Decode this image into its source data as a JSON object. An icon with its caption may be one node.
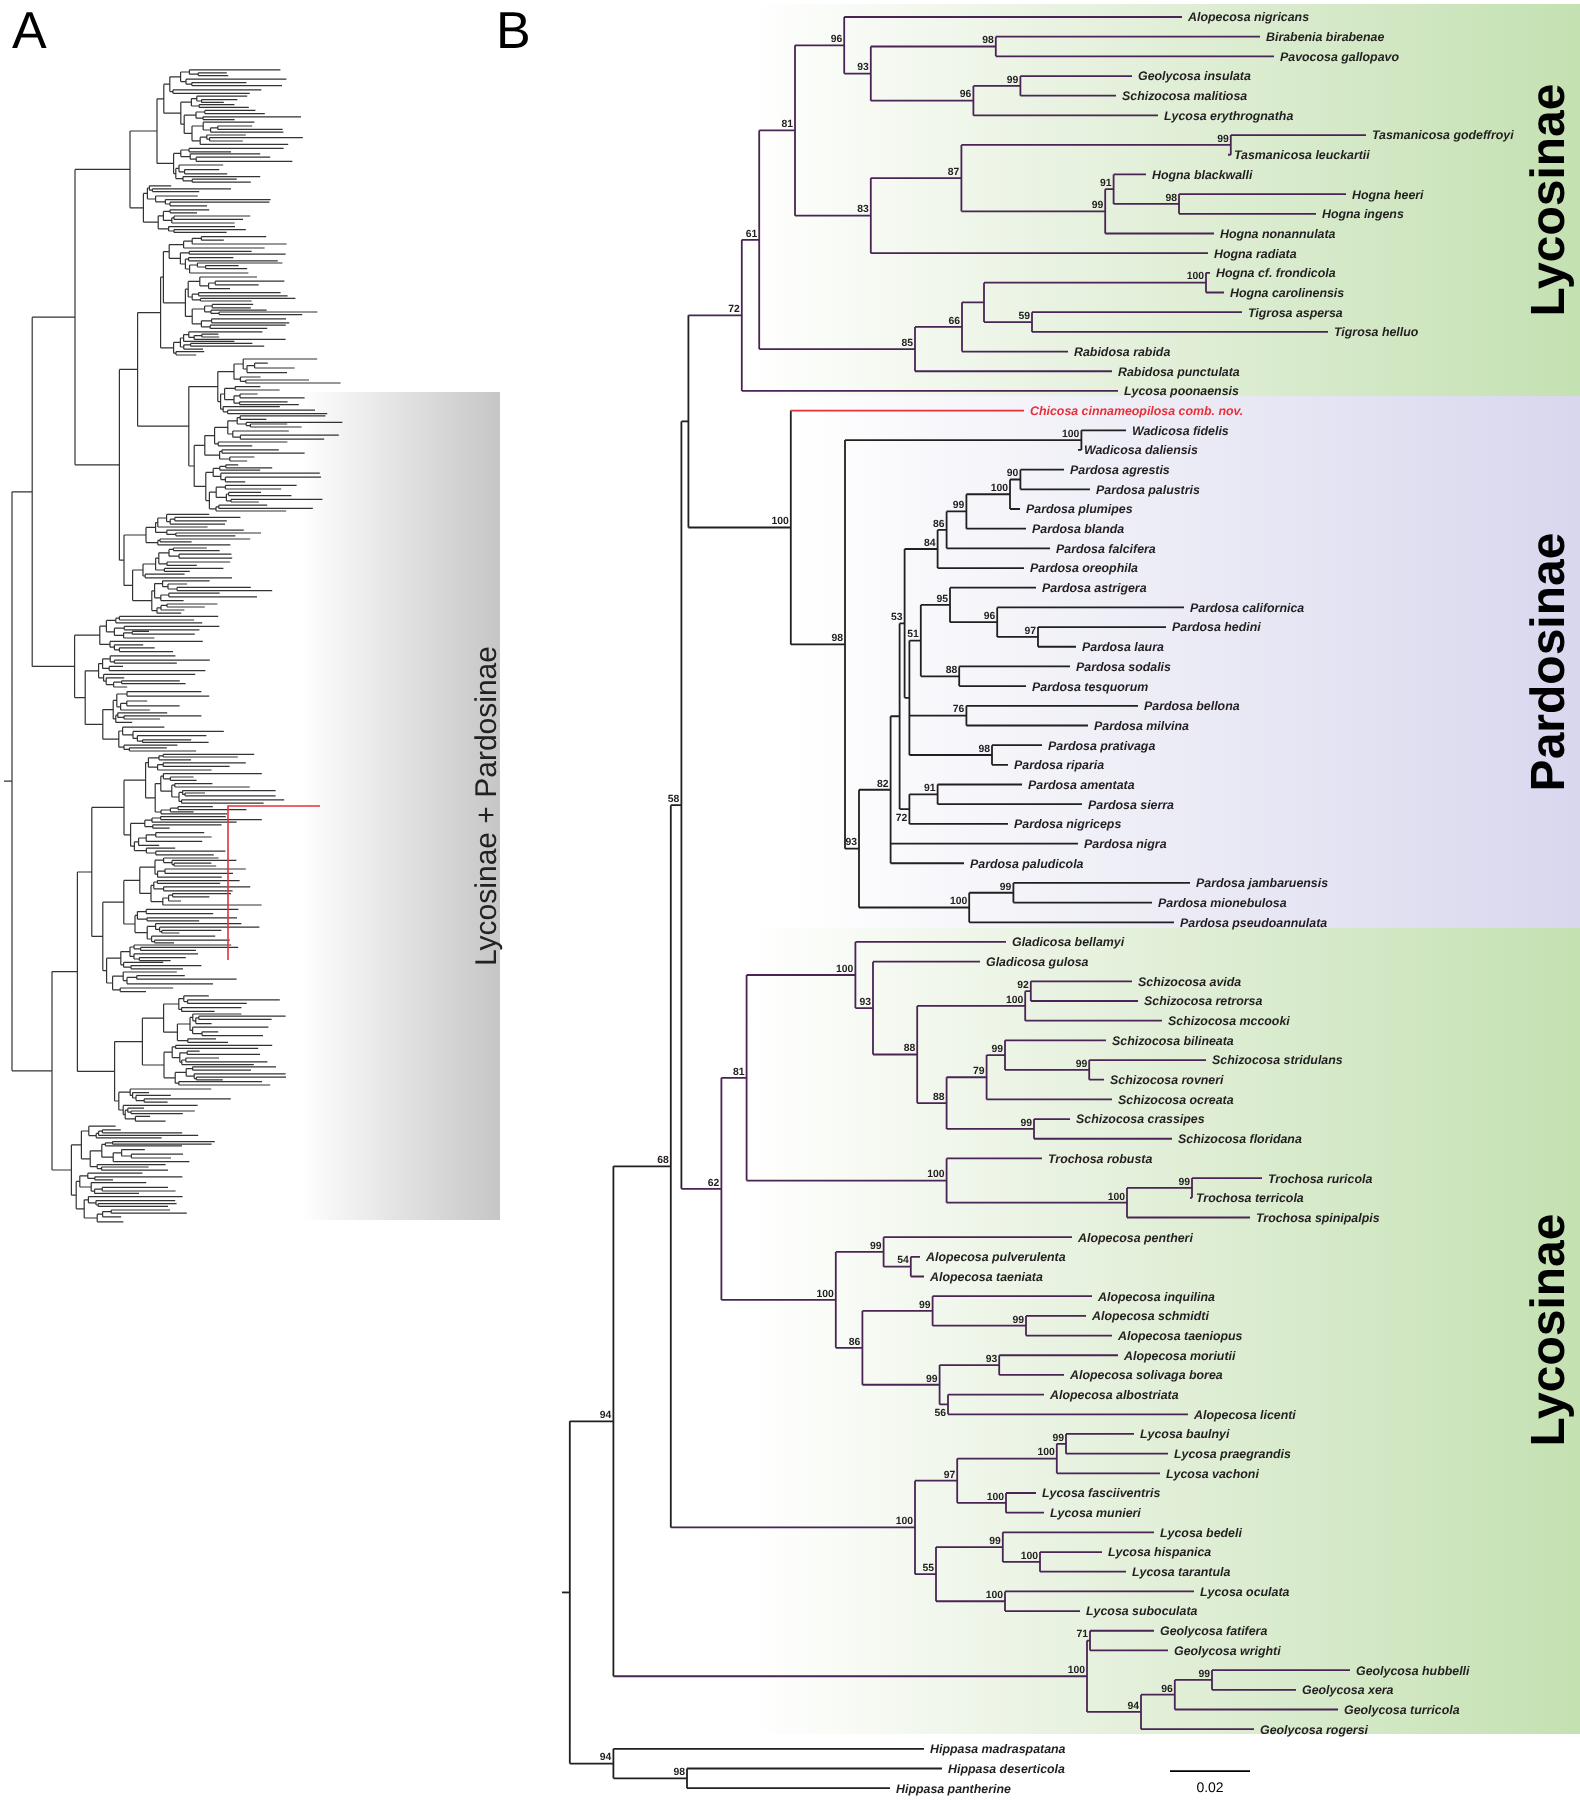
{
  "diagram": {
    "labels": [
      "A",
      "Lycosinae + Pardosinae",
      "B",
      "Alopecosa nigricans",
      "Birabenia birabenae",
      "Pavocosa gallopavo",
      "Geolycosa insulata",
      "Schizocosa malitiosa",
      "Lycosa erythrognatha",
      "Tasmanicosa godeffroyi",
      "Tasmanicosa leuckartii",
      "Hogna blackwalli",
      "Hogna heeri",
      "Hogna ingens",
      "Hogna nonannulata",
      "Hogna radiata",
      "Hogna cf. frondicola",
      "Hogna carolinensis",
      "Tigrosa aspersa",
      "Tigrosa helluo",
      "Rabidosa rabida",
      "Rabidosa punctulata",
      "Lycosa poonaensis",
      "Chicosa cinnameopilosa comb. nov.",
      "Wadicosa fidelis",
      "Wadicosa daliensis",
      "Pardosa agrestis",
      "Pardosa palustris",
      "Pardosa plumipes",
      "Pardosa blanda",
      "Pardosa falcifera",
      "Pardosa oreophila",
      "Pardosa astrigera",
      "Pardosa californica",
      "Pardosa hedini",
      "Pardosa laura",
      "Pardosa sodalis",
      "Pardosa tesquorum",
      "Pardosa bellona",
      "Pardosa milvina",
      "Pardosa prativaga",
      "Pardosa riparia",
      "Pardosa amentata",
      "Pardosa sierra",
      "Pardosa nigriceps",
      "Pardosa nigra",
      "Pardosa paludicola",
      "Pardosa jambaruensis",
      "Pardosa mionebulosa",
      "Pardosa pseudoannulata",
      "Gladicosa bellamyi",
      "Gladicosa gulosa",
      "Schizocosa avida",
      "Schizocosa retrorsa",
      "Schizocosa mccooki",
      "Schizocosa bilineata",
      "Schizocosa stridulans",
      "Schizocosa rovneri",
      "Schizocosa ocreata",
      "Schizocosa crassipes",
      "Schizocosa floridana",
      "Trochosa robusta",
      "Trochosa ruricola",
      "Trochosa terricola",
      "Trochosa spinipalpis",
      "Alopecosa pentheri",
      "Alopecosa pulverulenta",
      "Alopecosa taeniata",
      "Alopecosa inquilina",
      "Alopecosa schmidti",
      "Alopecosa taeniopus",
      "Alopecosa moriutii",
      "Alopecosa solivaga borea",
      "Alopecosa albostriata",
      "Alopecosa licenti",
      "Lycosa baulnyi",
      "Lycosa praegrandis",
      "Lycosa vachoni",
      "Lycosa fasciiventris",
      "Lycosa munieri",
      "Lycosa bedeli",
      "Lycosa hispanica",
      "Lycosa tarantula",
      "Lycosa oculata",
      "Lycosa suboculata",
      "Geolycosa fatifera",
      "Geolycosa wrighti",
      "Geolycosa hubbelli",
      "Geolycosa xera",
      "Geolycosa turricola",
      "Geolycosa rogersi",
      "Hippasa madraspatana",
      "Hippasa deserticola",
      "Hippasa pantherine",
      "Lycosinae",
      "Pardosinae",
      "Lycosinae",
      "0.02",
      "94",
      "68",
      "58",
      "72",
      "61",
      "81",
      "96",
      "93",
      "98",
      "96",
      "99",
      "83",
      "87",
      "99",
      "99",
      "91",
      "98",
      "85",
      "66",
      "100",
      "59",
      "100",
      "98",
      "100",
      "93",
      "82",
      "53",
      "84",
      "86",
      "99",
      "100",
      "90",
      "51",
      "95",
      "96",
      "97",
      "88",
      "76",
      "98",
      "72",
      "91",
      "100",
      "99",
      "62",
      "81",
      "100",
      "93",
      "88",
      "100",
      "92",
      "88",
      "79",
      "99",
      "99",
      "99",
      "100",
      "100",
      "99",
      "100",
      "99",
      "54",
      "86",
      "99",
      "99",
      "99",
      "93",
      "56",
      "100",
      "97",
      "100",
      "99",
      "100",
      "55",
      "99",
      "100",
      "100",
      "100",
      "71",
      "94",
      "96",
      "99",
      "94",
      "98"
    ]
  }
}
